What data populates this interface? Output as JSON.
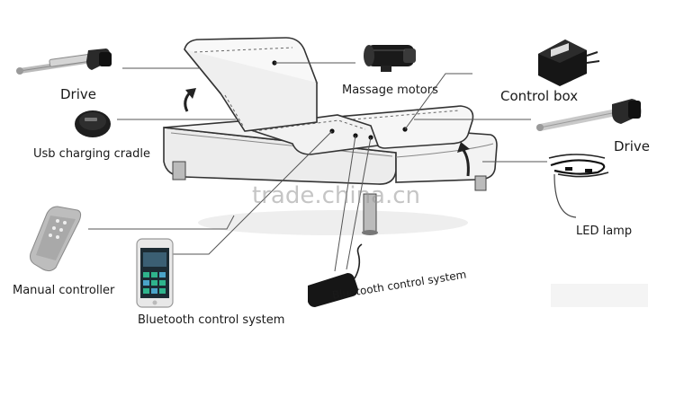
{
  "labels": {
    "drive_left": "Drive",
    "usb_charging_cradle": "Usb charging cradle",
    "massage_motors": "Massage motors",
    "control_box": "Control box",
    "drive_right": "Drive",
    "led_lamp": "LED lamp",
    "manual_controller": "Manual controller",
    "bluetooth_control_phone": "Bluetooth control system",
    "bluetooth_control_module": "Bluetooth control system"
  },
  "watermark": "trade.china.cn",
  "colors": {
    "line": "#555555",
    "bed_fill": "#f4f4f4",
    "bed_stroke": "#333333",
    "device_dark": "#1c1c1c",
    "device_silver": "#c8c8c8"
  },
  "icons": [
    "linear-actuator-icon",
    "usb-cradle-icon",
    "massage-motor-icon",
    "control-box-icon",
    "led-strip-icon",
    "remote-icon",
    "smartphone-icon",
    "bluetooth-module-icon"
  ]
}
